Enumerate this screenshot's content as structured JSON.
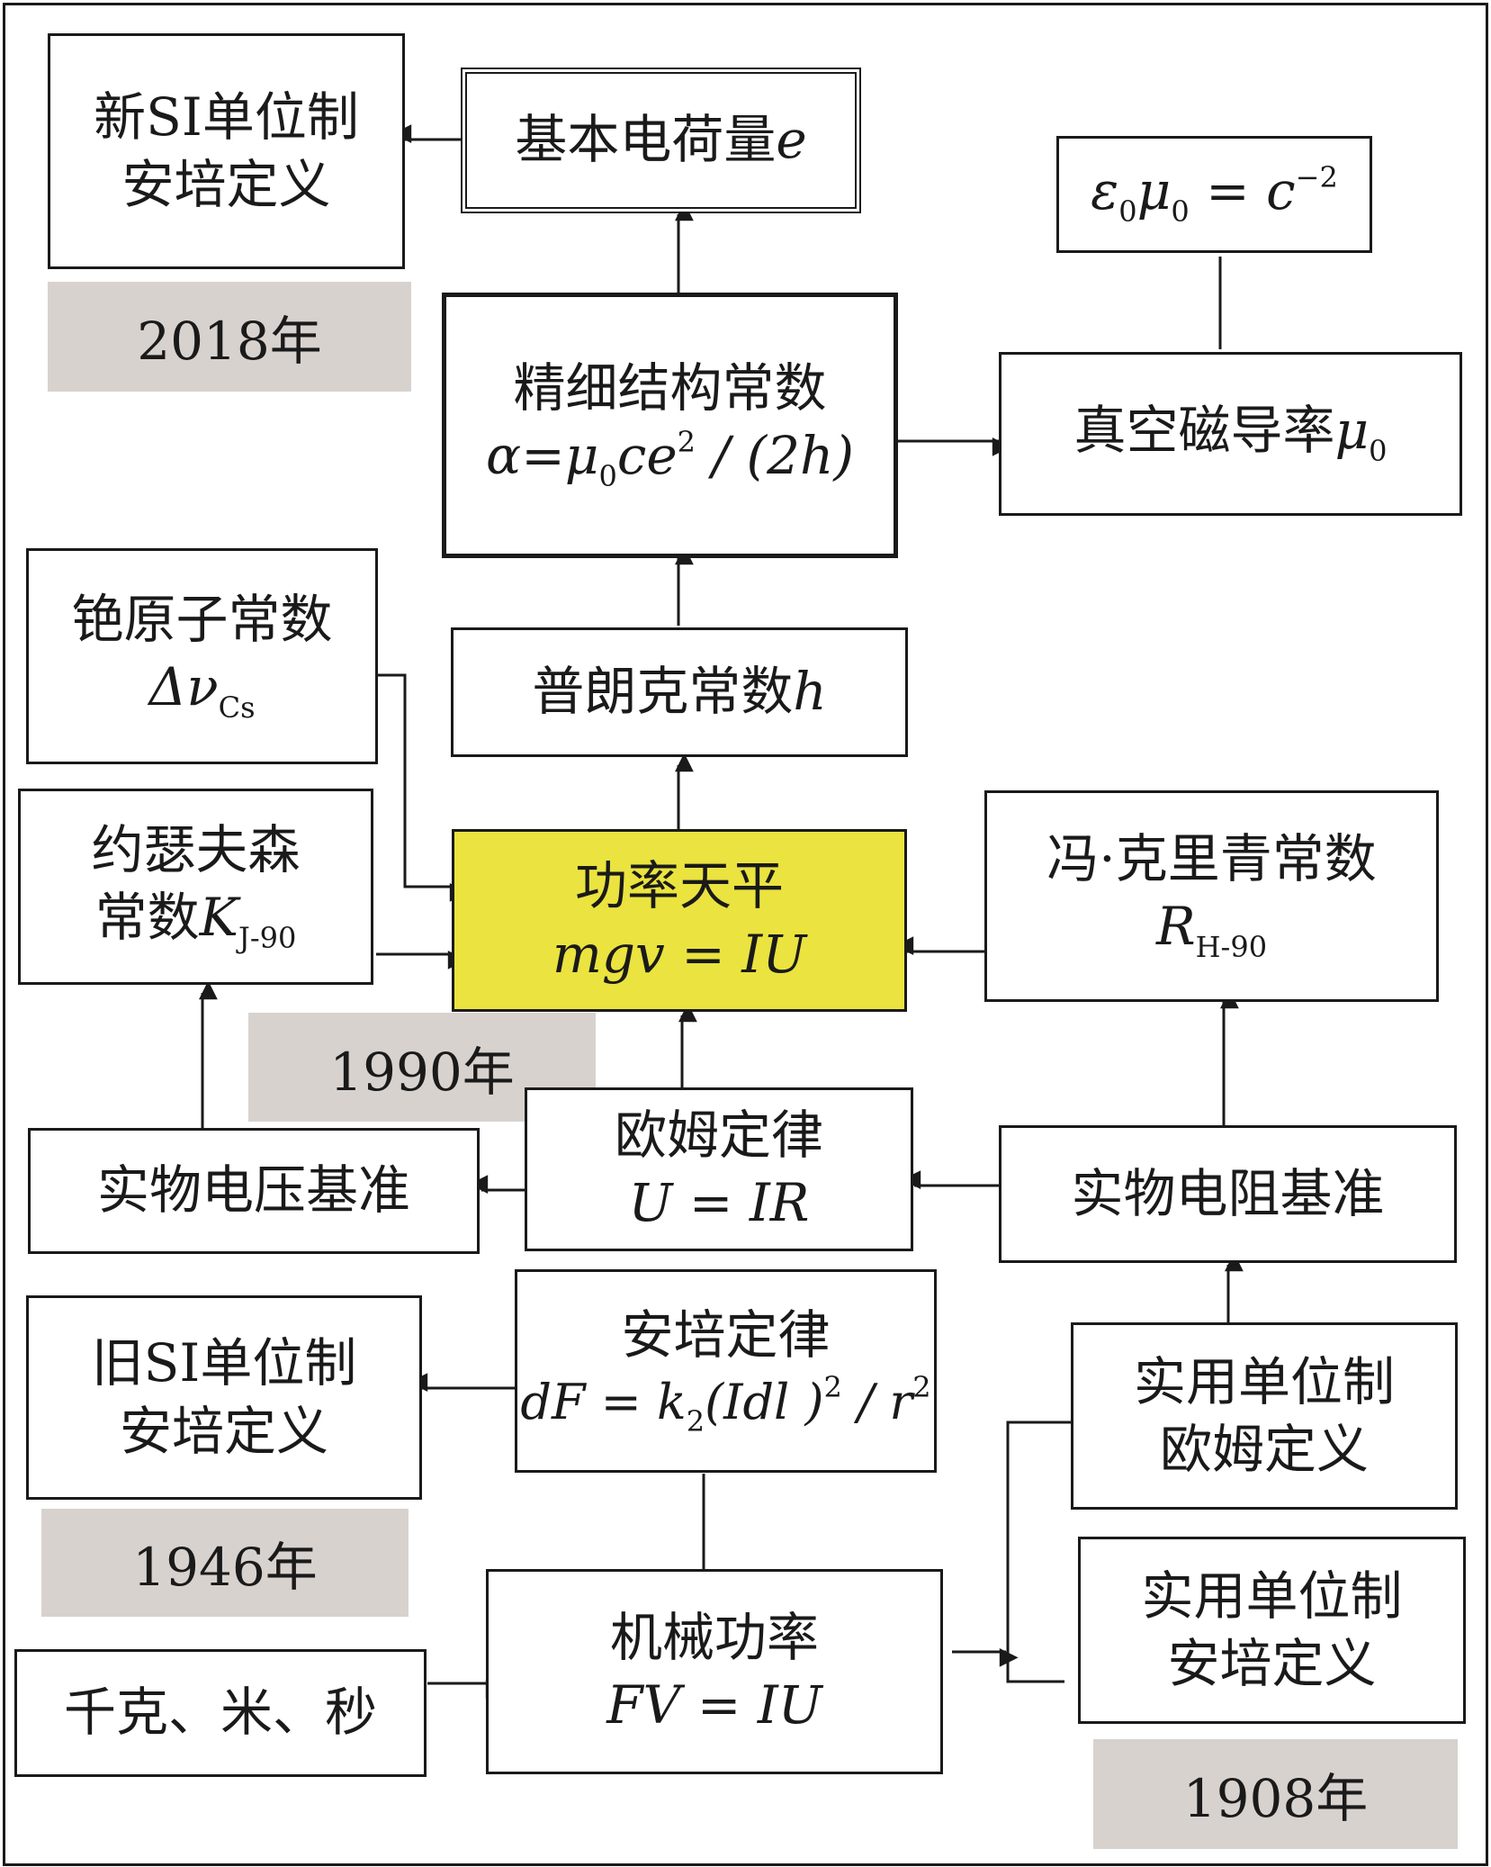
{
  "years": {
    "y2018": "2018年",
    "y1990": "1990年",
    "y1946": "1946年",
    "y1908": "1908年"
  },
  "nodes": {
    "new_si": {
      "line1": "新SI单位制",
      "line2": "安培定义"
    },
    "elementary_charge": {
      "label": "基本电荷量",
      "symbol": "e"
    },
    "eps_mu": {
      "eps": "ε",
      "mu": "μ",
      "sub0": "0",
      "rhs": "= c",
      "exp": "−2"
    },
    "fine_structure": {
      "title": "精细结构常数",
      "alpha": "α=μ",
      "sub0": "0",
      "ce": "ce",
      "exp": "2",
      "tail": " / (2h)"
    },
    "vacuum_permeability": {
      "label": "真空磁导率",
      "symbol": "μ",
      "sub0": "0"
    },
    "cesium": {
      "title": "铯原子常数",
      "symbol": "Δν",
      "sub": "Cs"
    },
    "planck": {
      "label": "普朗克常数",
      "symbol": "h"
    },
    "josephson": {
      "line1": "约瑟夫森",
      "line2": "常数",
      "symbol": "K",
      "sub": "J-90"
    },
    "watt_balance": {
      "title": "功率天平",
      "formula": "mgv = IU"
    },
    "von_klitzing": {
      "title": "冯·克里青常数",
      "symbol": "R",
      "sub": "H-90"
    },
    "voltage_standard": {
      "label": "实物电压基准"
    },
    "ohms_law": {
      "title": "欧姆定律",
      "formula": "U = IR"
    },
    "resistance_standard": {
      "label": "实物电阻基准"
    },
    "old_si": {
      "line1": "旧SI单位制",
      "line2": "安培定义"
    },
    "ampere_law": {
      "title": "安培定律",
      "f1": "dF = k",
      "sub2": "2",
      "f2": "(Idl )",
      "exp2": "2",
      "f3": " / r",
      "exp3": "2"
    },
    "practical_ohm": {
      "line1": "实用单位制",
      "line2": "欧姆定义"
    },
    "mechanical_power": {
      "title": "机械功率",
      "formula": "FV = IU"
    },
    "kms": {
      "label": "千克、米、秒"
    },
    "practical_ampere": {
      "line1": "实用单位制",
      "line2": "安培定义"
    }
  },
  "colors": {
    "highlight": "#ebe33f",
    "year_band": "#d8d2ce",
    "line": "#1a1a1a"
  }
}
